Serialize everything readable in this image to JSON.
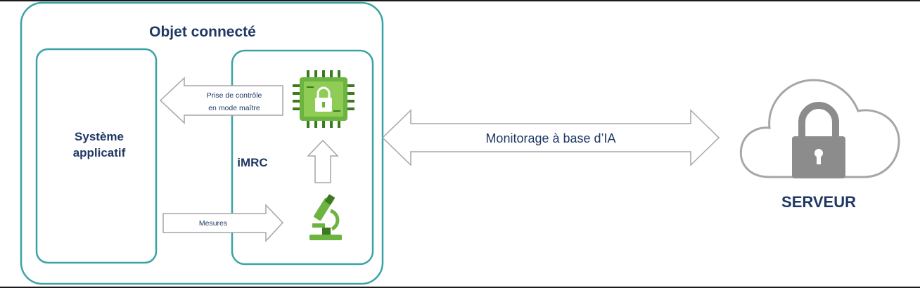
{
  "connected_object": {
    "title": "Objet connecté"
  },
  "app_system": {
    "label_line1": "Système",
    "label_line2": "applicatif"
  },
  "imrc": {
    "label": "iMRC"
  },
  "control_arrow": {
    "line1": "Prise de contrôle",
    "line2": "en mode maître"
  },
  "measures_arrow": {
    "label": "Mesures"
  },
  "monitoring_arrow": {
    "label": "Monitorage à base d’IA"
  },
  "server": {
    "label": "SERVEUR"
  },
  "icons": {
    "chip": "secure-chip-icon",
    "microscope": "microscope-icon",
    "cloud": "cloud-lock-icon"
  },
  "colors": {
    "teal_border": "#3aa3a5",
    "navy_text": "#1f3864",
    "green": "#6cb33f",
    "dark_green": "#3d7a1f",
    "cloud_gray": "#a6a6a6",
    "lock_gray": "#8c8c8c"
  }
}
